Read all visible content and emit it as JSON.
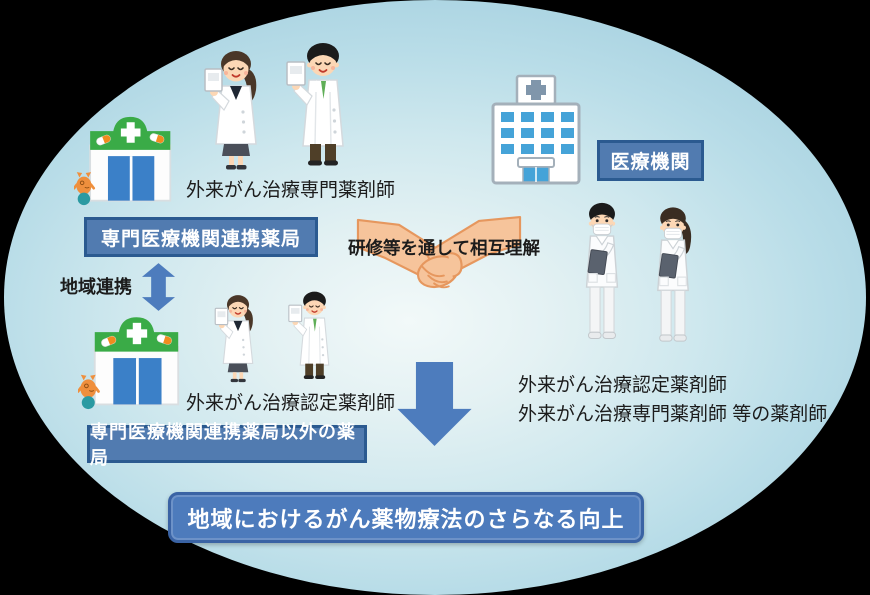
{
  "scene": {
    "background": "#000000",
    "ellipse_gradient": [
      "#f2f9f9",
      "#cfe8ee",
      "#abd4e2"
    ]
  },
  "left_top": {
    "pharmacist_label": "外来がん治療専門薬剤師",
    "pharmacy_box_label": "専門医療機関連携薬局"
  },
  "regional_link": {
    "label": "地域連携"
  },
  "left_bottom": {
    "pharmacist_label": "外来がん治療認定薬剤師",
    "pharmacy_box_label": "専門医療機関連携薬局以外の薬局"
  },
  "center": {
    "handshake_caption": "研修等を通して相互理解"
  },
  "right": {
    "hospital_box_label": "医療機関",
    "staff_line1": "外来がん治療認定薬剤師",
    "staff_line2": "外来がん治療専門薬剤師 等の薬剤師"
  },
  "banner": {
    "text": "地域におけるがん薬物療法のさらなる向上"
  },
  "colors": {
    "accent_blue": "#4d7cbd",
    "box_fill": "#517bb0",
    "box_border": "#2b5a90",
    "banner_fill": "#4d7bbc",
    "pharmacy_green": "#3aab47",
    "window_blue": "#45a3d8",
    "door_blue": "#3b80c8",
    "skin": "#f6c49b",
    "mascot_orange": "#ef8f3d",
    "mascot_ball_teal": "#2a9aa2"
  },
  "icons": {
    "pharmacy-building-icon": "green-roof shop with white cross, capsules, blue doors, orange mascot on teal ball",
    "hospital-icon": "white clinic building, blue-gray cross, blue windows",
    "handshake-icon": "two clasped hands",
    "pharmacist-female-icon": "female pharmacist in white coat holding medicine bag",
    "pharmacist-male-icon": "male pharmacist in white coat with green tie holding medicine bag",
    "nurse-male-icon": "masked male medical staff with clipboard",
    "nurse-female-icon": "masked female medical staff with clipboard",
    "double-arrow-icon": "vertical two-headed blue arrow",
    "down-arrow-icon": "large blue downward arrow"
  }
}
